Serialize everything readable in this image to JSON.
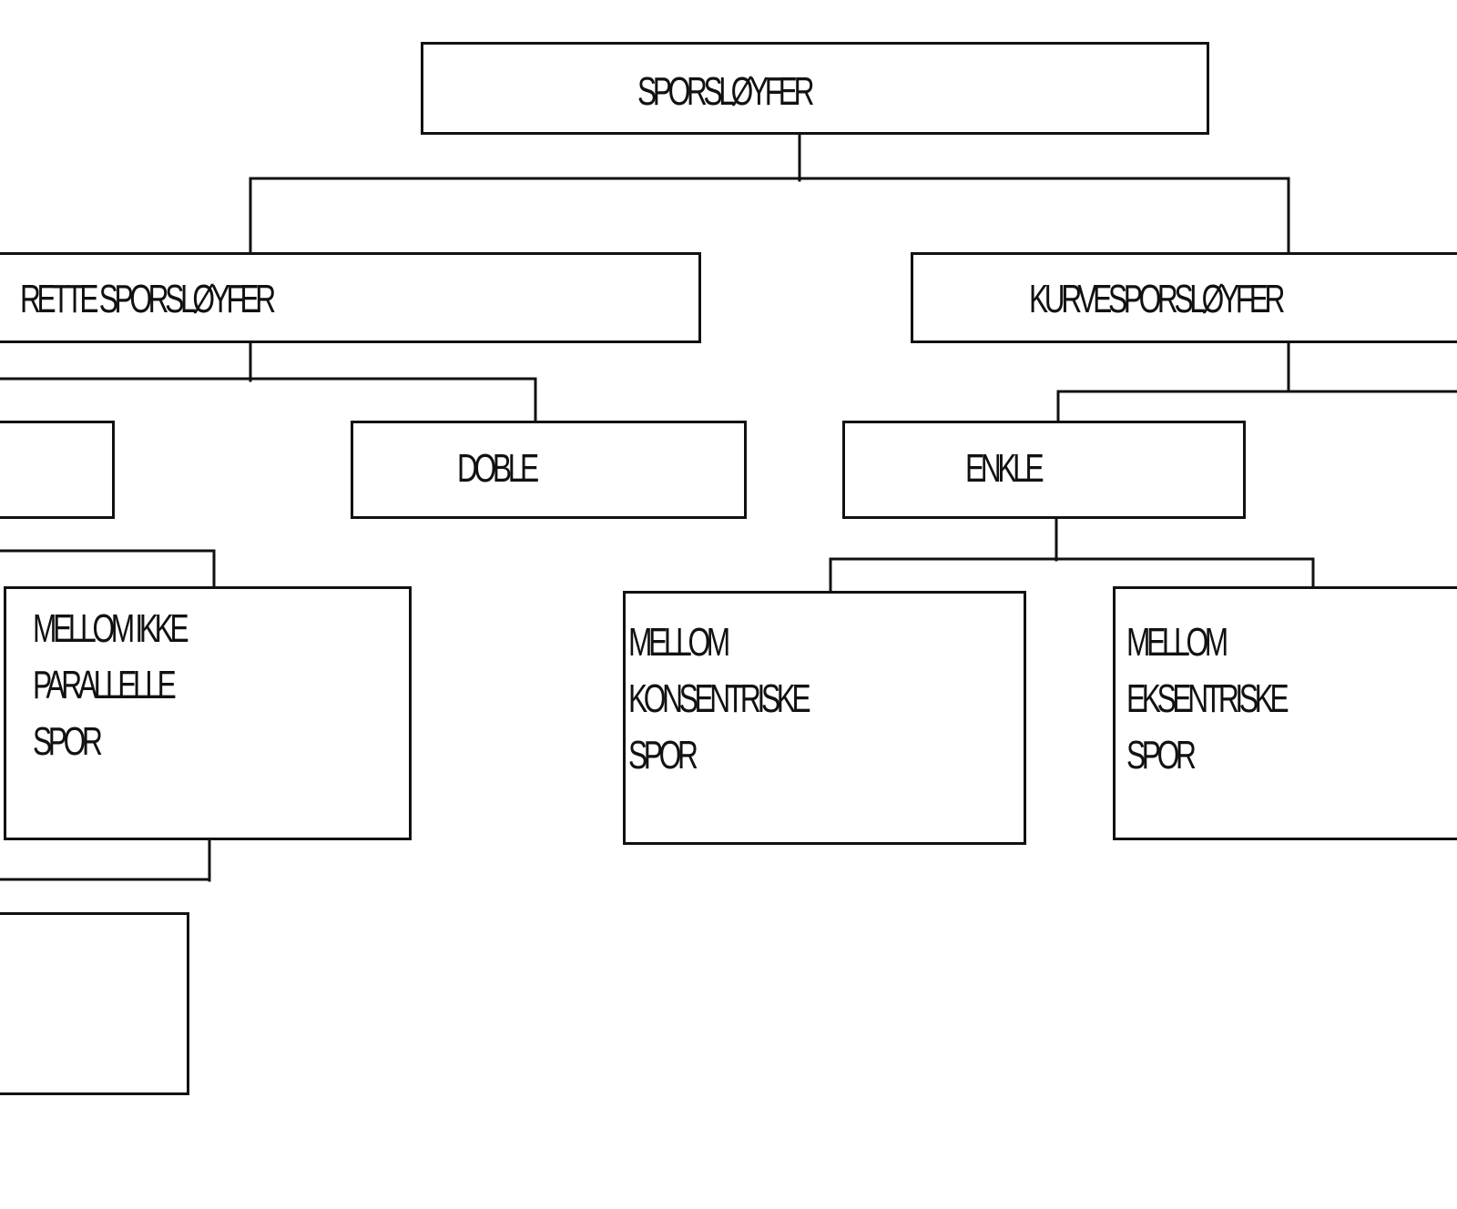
{
  "diagram": {
    "root": {
      "label": "SPORSLØYFER"
    },
    "straight": {
      "label": "RETTE SPORSLØYFER"
    },
    "curved": {
      "label": "KURVESPORSLØYFER"
    },
    "straight_single": {
      "label": ""
    },
    "straight_double": {
      "label": "DOBLE"
    },
    "curved_single": {
      "label": "ENKLE"
    },
    "nonparallel": {
      "label": "MELLOM IKKE\nPARALLELLE\nSPOR"
    },
    "lower_left": {
      "label": ""
    },
    "concentric": {
      "label": "MELLOM\nKONSENTRISKE\nSPOR"
    },
    "eccentric": {
      "label": "MELLOM\nEKSENTRISKE\nSPOR"
    }
  },
  "colors": {
    "line": "#111111",
    "background": "#ffffff"
  }
}
